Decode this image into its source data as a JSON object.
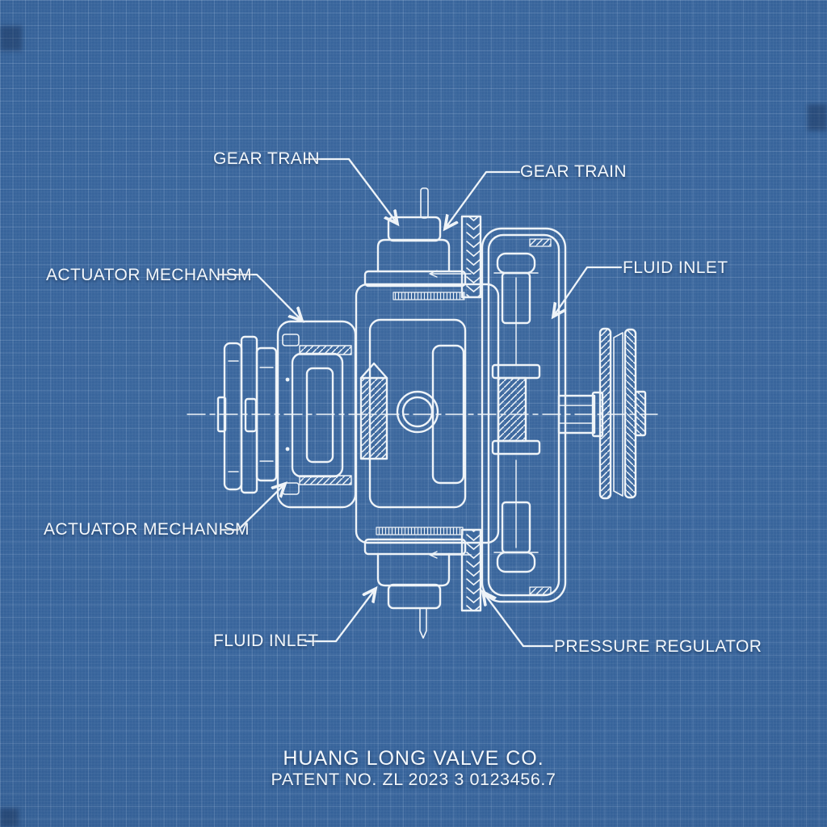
{
  "labels": {
    "gear_train_left": "GEAR TRAIN",
    "gear_train_right": "GEAR TRAIN",
    "actuator_mechanism_top": "ACTUATOR MECHANISM",
    "fluid_inlet_right": "FLUID INLET",
    "actuator_mechanism_bottom": "ACTUATOR MECHANISM",
    "fluid_inlet_bottom": "FLUID INLET",
    "pressure_regulator": "PRESSURE REGULATOR"
  },
  "footer": {
    "company": "HUANG LONG VALVE CO.",
    "patent": "PATENT NO. ZL 2023 3 0123456.7"
  },
  "colors": {
    "background": "#2d5c96",
    "grid_line": "#4e77aa",
    "drawing_line": "#eef3f8",
    "text": "#f3f7fb"
  }
}
